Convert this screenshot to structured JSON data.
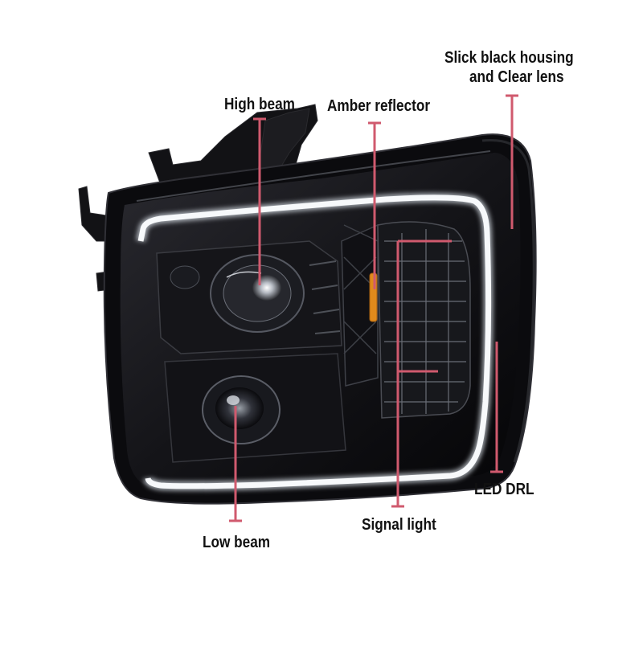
{
  "labels": {
    "high_beam": "High beam",
    "amber_reflector": "Amber reflector",
    "housing_line1": "Slick black housing",
    "housing_line2": "and Clear lens",
    "led_drl": "LED DRL",
    "signal_light": "Signal light",
    "low_beam": "Low beam"
  },
  "colors": {
    "callout_line": "#d05a6e",
    "housing": "#0d0d10",
    "drl_glow": "#f4f6f8",
    "amber": "#e08a1c"
  }
}
